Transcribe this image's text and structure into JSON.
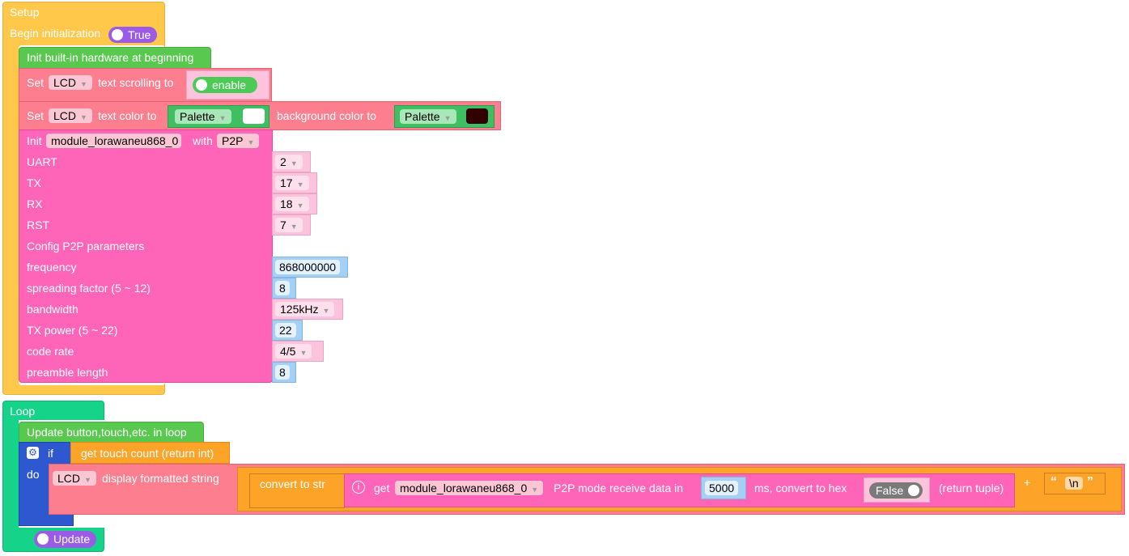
{
  "setup": {
    "title": "Setup",
    "begin_label": "Begin initialization",
    "begin_value": "True",
    "init_hw": "Init built-in hardware at beginning",
    "scroll": {
      "set": "Set",
      "device": "LCD",
      "label": "text scrolling to",
      "value": "enable"
    },
    "color": {
      "set": "Set",
      "device": "LCD",
      "label": "text color to",
      "palette1": "Palette",
      "text_color": "#ffffff",
      "bg_label": "background color to",
      "palette2": "Palette",
      "bg_color": "#330000"
    },
    "lora": {
      "init": "Init",
      "module": "module_lorawaneu868_0",
      "with": "with",
      "mode": "P2P",
      "rows": [
        {
          "label": "UART",
          "value": "2",
          "kind": "dropdown"
        },
        {
          "label": "TX",
          "value": "17",
          "kind": "dropdown"
        },
        {
          "label": "RX",
          "value": "18",
          "kind": "dropdown"
        },
        {
          "label": "RST",
          "value": "7",
          "kind": "dropdown"
        },
        {
          "label": "Config P2P parameters",
          "value": null,
          "kind": "none"
        },
        {
          "label": "frequency",
          "value": "868000000",
          "kind": "number"
        },
        {
          "label": "spreading factor (5 ~ 12)",
          "value": "8",
          "kind": "number"
        },
        {
          "label": "bandwidth",
          "value": "125kHz",
          "kind": "dropdown"
        },
        {
          "label": "TX power (5 ~ 22)",
          "value": "22",
          "kind": "number"
        },
        {
          "label": "code rate",
          "value": "4/5",
          "kind": "dropdown"
        },
        {
          "label": "preamble length",
          "value": "8",
          "kind": "number"
        }
      ]
    }
  },
  "loop": {
    "title": "Loop",
    "update_loop": "Update button,touch,etc. in loop",
    "if": "if",
    "do": "do",
    "condition": "get touch count (return int)",
    "display": {
      "device": "LCD",
      "label": "display formatted string",
      "convert": "convert to str",
      "get": "get",
      "module": "module_lorawaneu868_0",
      "receive": "P2P mode receive data in",
      "timeout": "5000",
      "ms_hex": "ms, convert to hex",
      "hex_value": "False",
      "ret": "(return tuple)",
      "plus": "+",
      "open_q": "“",
      "newline": "\\n",
      "close_q": "”"
    },
    "update_value": "Update"
  }
}
